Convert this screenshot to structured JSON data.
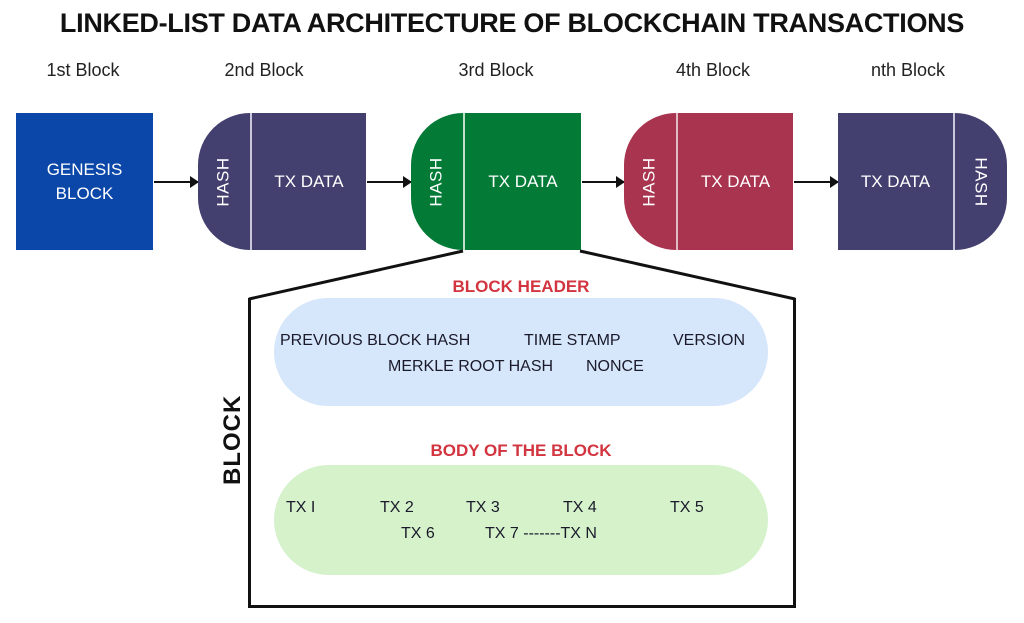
{
  "title": "LINKED-LIST DATA ARCHITECTURE OF BLOCKCHAIN TRANSACTIONS",
  "colors": {
    "genesis": "#0b47a8",
    "block_purple": "#433f6e",
    "block_green": "#047a37",
    "block_red": "#a8344f",
    "section_title": "#d2353f",
    "header_fill": "#d6e6fb",
    "body_fill": "#d5f2cb"
  },
  "blocks": [
    {
      "label": "1st Block",
      "text": "GENESIS BLOCK",
      "lines": [
        "GENESIS",
        "BLOCK"
      ]
    },
    {
      "label": "2nd Block",
      "hash": "HASH",
      "data": "TX DATA"
    },
    {
      "label": "3rd Block",
      "hash": "HASH",
      "data": "TX DATA"
    },
    {
      "label": "4th Block",
      "hash": "HASH",
      "data": "TX DATA"
    },
    {
      "label": "nth Block",
      "hash": "HASH",
      "data": "TX DATA"
    }
  ],
  "detail": {
    "side_label": "BLOCK",
    "header": {
      "title": "BLOCK HEADER",
      "fields_row1": [
        "PREVIOUS BLOCK HASH",
        "TIME STAMP",
        "VERSION"
      ],
      "fields_row2": [
        "MERKLE ROOT HASH",
        "NONCE"
      ]
    },
    "body": {
      "title": "BODY OF THE BLOCK",
      "row1": [
        "TX I",
        "TX 2",
        "TX 3",
        "TX 4",
        "TX 5"
      ],
      "row2": [
        "TX 6",
        "TX 7 -------TX N"
      ]
    }
  }
}
